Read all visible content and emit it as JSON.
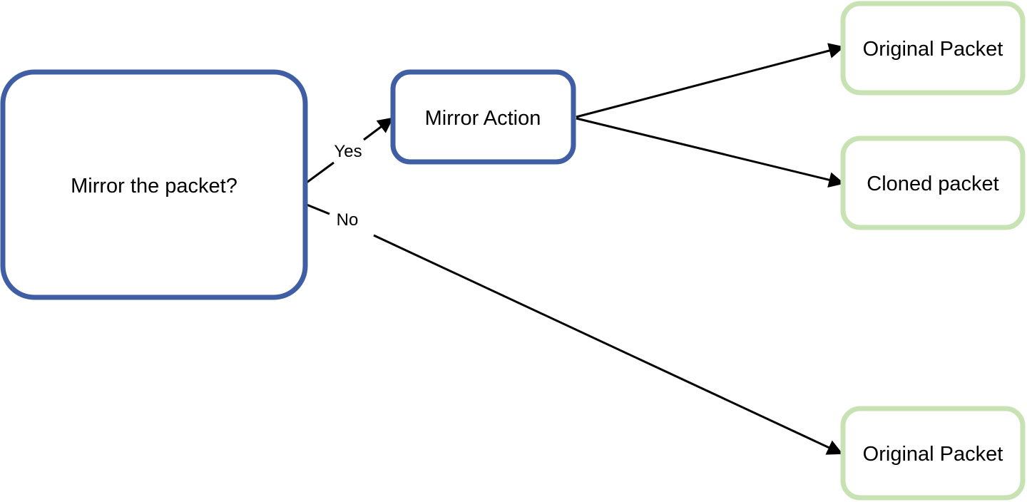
{
  "colors": {
    "decision_border": "#3f5ea3",
    "outcome_border": "#c7e3b3",
    "edge": "#000000",
    "background": "#ffffff"
  },
  "nodes": {
    "decision": {
      "label": "Mirror the packet?"
    },
    "mirror_action": {
      "label": "Mirror Action"
    },
    "original_packet_top": {
      "label": "Original Packet"
    },
    "cloned_packet": {
      "label": "Cloned packet"
    },
    "original_packet_bottom": {
      "label": "Original Packet"
    }
  },
  "edges": {
    "yes": {
      "from": "decision",
      "to": "mirror_action",
      "label": "Yes"
    },
    "no": {
      "from": "decision",
      "to": "original_packet_bottom",
      "label": "No"
    },
    "to_original": {
      "from": "mirror_action",
      "to": "original_packet_top"
    },
    "to_cloned": {
      "from": "mirror_action",
      "to": "cloned_packet"
    }
  }
}
